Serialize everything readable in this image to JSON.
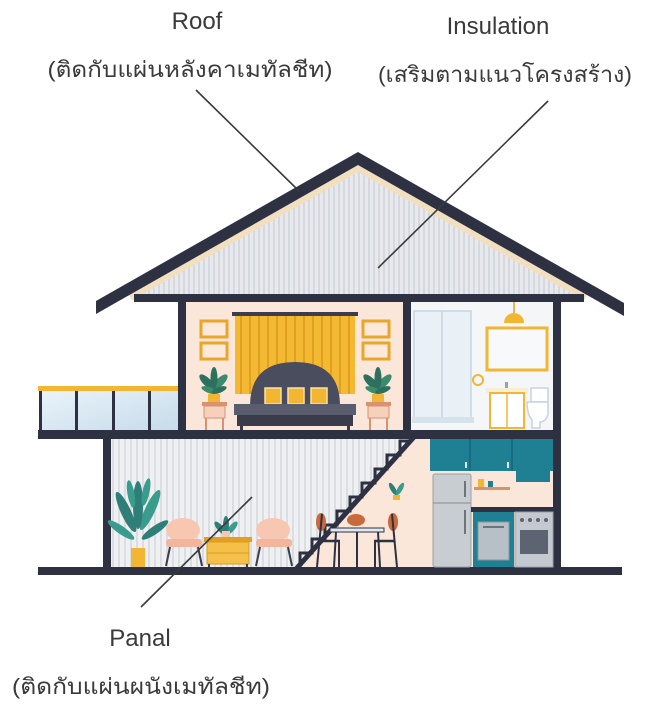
{
  "labels": {
    "roof": {
      "title": "Roof",
      "subtitle": "(ติดกับแผ่นหลังคาเมทัลชีท)"
    },
    "insulation": {
      "title": "Insulation",
      "subtitle": "(เสริมตามแนวโครงสร้าง)"
    },
    "panel": {
      "title": "Panal",
      "subtitle": "(ติดกับแผ่นผนังเมทัลชีท)"
    }
  },
  "colors": {
    "structure": "#2d3142",
    "accent_yellow": "#f2b632",
    "cabinet_teal": "#1f7f93",
    "wall_peach": "#fbe6da",
    "metal_sheet_gray": "#e7e9ed",
    "label_text": "#3a3a3a"
  }
}
